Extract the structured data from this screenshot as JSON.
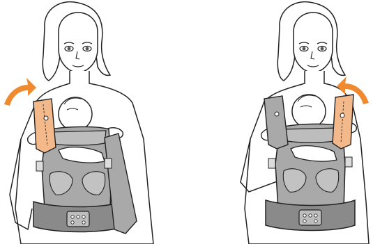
{
  "illustration": {
    "panels": [
      {
        "id": "left",
        "step": "lift-left-shoulder-strap",
        "arrow_direction": "up-and-right"
      },
      {
        "id": "right",
        "step": "lift-right-shoulder-strap",
        "arrow_direction": "up-and-left"
      }
    ]
  },
  "colors": {
    "accent_arrow": "#f08a30",
    "highlighted_strap": "#f3b98a",
    "carrier_gray": "#a9a9a9",
    "carrier_dark": "#8a8a8a",
    "outline": "#222222",
    "background": "#ffffff"
  }
}
